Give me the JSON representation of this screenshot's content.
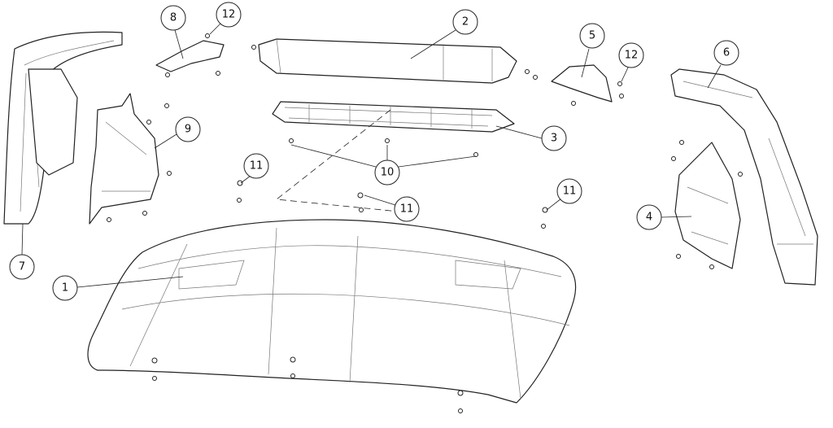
{
  "diagram": {
    "callouts": {
      "c1": "1",
      "c2": "2",
      "c3": "3",
      "c4": "4",
      "c5": "5",
      "c6": "6",
      "c7": "7",
      "c8": "8",
      "c9": "9",
      "c10": "10",
      "c11a": "11",
      "c11b": "11",
      "c11c": "11",
      "c12a": "12",
      "c12b": "12"
    }
  }
}
